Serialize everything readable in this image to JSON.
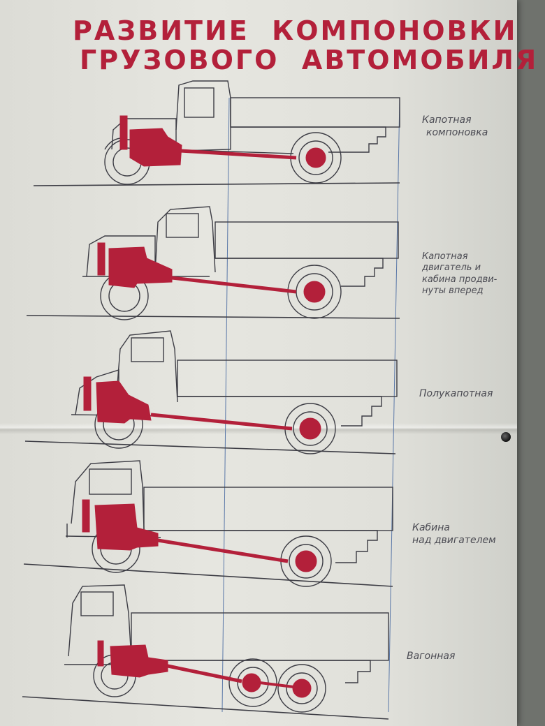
{
  "poster": {
    "title_line1": "РАЗВИТИЕ  КОМПОНОВКИ",
    "title_line2": "ГРУЗОВОГО  АВТОМОБИЛЯ",
    "colors": {
      "accent": "#b3203a",
      "paper": "#e4e4de",
      "ink": "#3c3c44",
      "guide": "#5a78a8"
    },
    "layouts": [
      {
        "id": "hood",
        "label_lines": [
          "Капотная",
          "компоновка"
        ]
      },
      {
        "id": "hood-forward",
        "label_lines": [
          "Капотная",
          "двигатель и",
          "кабина продви-",
          "нуты вперед"
        ]
      },
      {
        "id": "semi-hood",
        "label_lines": [
          "Полукапотная"
        ]
      },
      {
        "id": "cab-over",
        "label_lines": [
          "Кабина",
          "над двигателем"
        ]
      },
      {
        "id": "wagon",
        "label_lines": [
          "Вагонная"
        ]
      }
    ]
  }
}
